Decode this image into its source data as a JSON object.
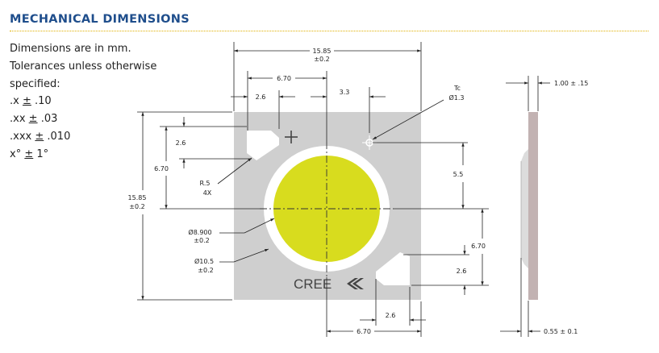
{
  "section": {
    "title": "MECHANICAL DIMENSIONS"
  },
  "notes": [
    {
      "text": "Dimensions are in mm."
    },
    {
      "text": "Tolerances unless otherwise"
    },
    {
      "text": "specified:"
    },
    {
      "prefix": ".x",
      "pm": "±",
      "value": ".10"
    },
    {
      "prefix": ".xx",
      "pm": "±",
      "value": ".03"
    },
    {
      "prefix": ".xxx",
      "pm": "±",
      "value": ".010"
    },
    {
      "prefix": "x°",
      "pm": "±",
      "value": "1°"
    }
  ],
  "dims": {
    "width_total": "15.85",
    "width_total_tol": "±0.2",
    "w670_top": "6.70",
    "w33": "3.3",
    "w26_top": "2.6",
    "tc_label": "Tc",
    "tc_dia": "Ø1.3",
    "h26_left": "2.6",
    "h670_left": "6.70",
    "h1585_left": "15.85",
    "h1585_left_tol": "±0.2",
    "radius": "R.5",
    "radius_count": "4X",
    "h55_right": "5.5",
    "dia_led": "Ø8.900",
    "dia_led_tol": "±0.2",
    "dia_ring": "Ø10.5",
    "dia_ring_tol": "±0.2",
    "h670_right": "6.70",
    "h26_right": "2.6",
    "w26_bottom": "2.6",
    "w670_bottom": "6.70",
    "side_thickness_top": "1.00 ±  .15",
    "side_thickness_bottom": "0.55 ± 0.1"
  },
  "logo": {
    "text": "CREE"
  },
  "colors": {
    "title": "#1f4e8c",
    "rule": "#e0b000",
    "substrate": "#cfcfcf",
    "led": "#d8dc1e",
    "ring": "#ffffff",
    "side": "#c2b2b2"
  }
}
